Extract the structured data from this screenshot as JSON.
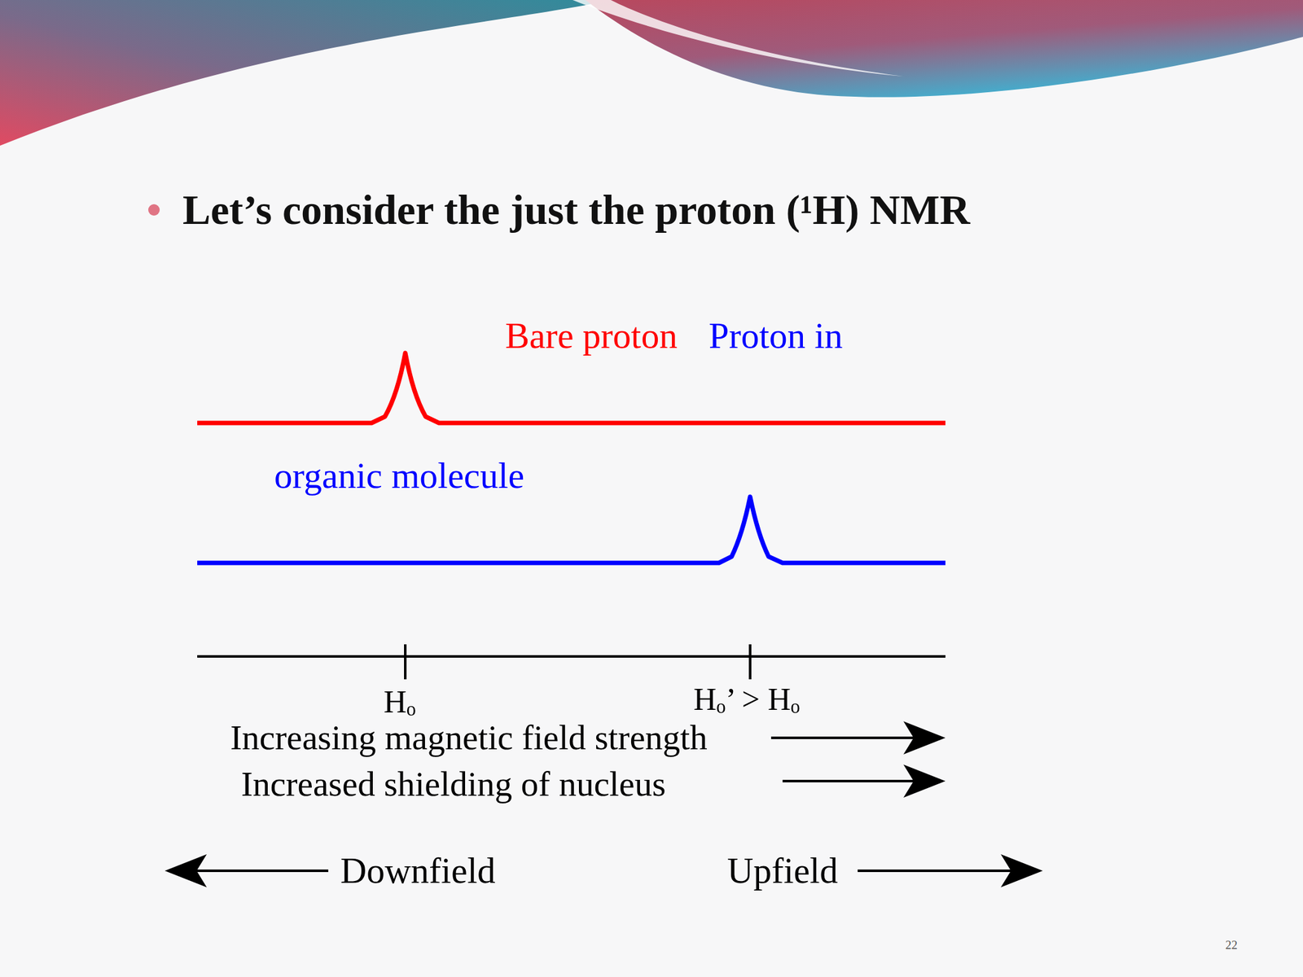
{
  "diagram": {
    "title": "Let’s consider the just the proton (¹H) NMR",
    "labels": [
      "Bare proton",
      "Proton in",
      "organic molecule",
      "Hₒ",
      "Hₒ’ > Hₒ",
      "Increasing magnetic field strength",
      "Increased shielding of nucleus",
      "Downfield",
      "Upfield",
      "22"
    ]
  }
}
